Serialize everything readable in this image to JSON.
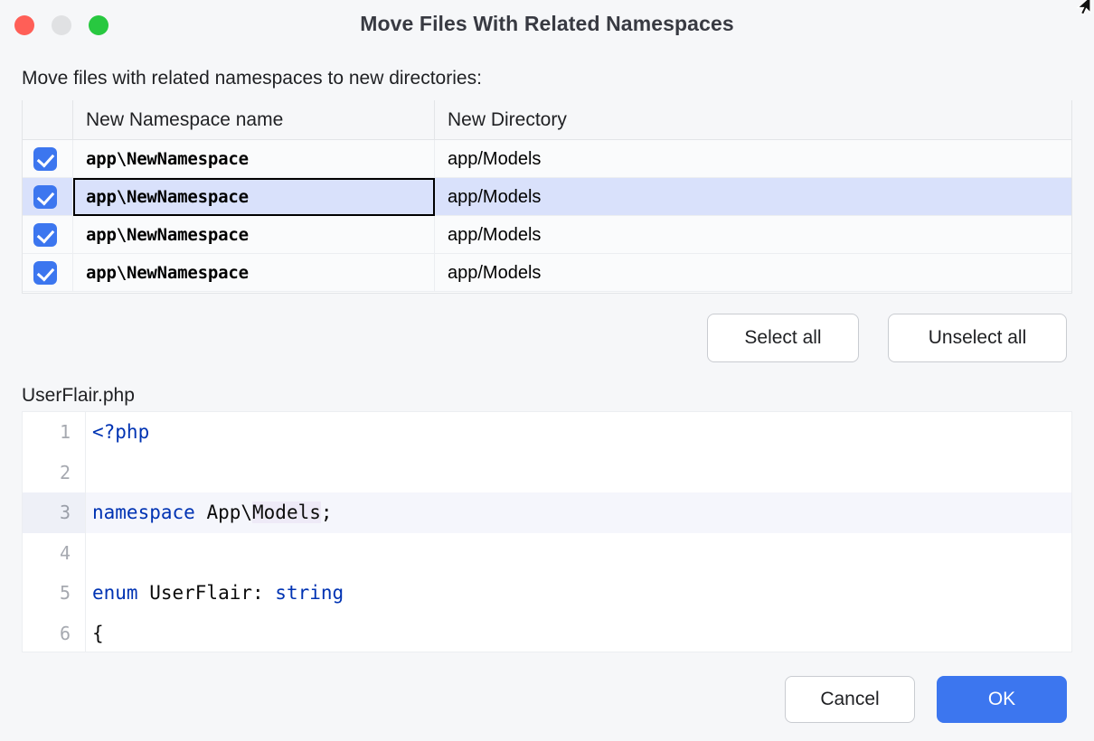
{
  "window": {
    "title": "Move Files With Related Namespaces",
    "traffic_lights": [
      {
        "name": "close",
        "color": "#ff5f57"
      },
      {
        "name": "minimize",
        "color": "#e0e1e3"
      },
      {
        "name": "zoom",
        "color": "#28c840"
      }
    ]
  },
  "intro_label": "Move files with related namespaces to new directories:",
  "table": {
    "columns": [
      "",
      "New Namespace name",
      "New Directory"
    ],
    "rows": [
      {
        "checked": true,
        "namespace": "app\\NewNamespace",
        "directory": "app/Models",
        "selected": false
      },
      {
        "checked": true,
        "namespace": "app\\NewNamespace",
        "directory": "app/Models",
        "selected": true
      },
      {
        "checked": true,
        "namespace": "app\\NewNamespace",
        "directory": "app/Models",
        "selected": false
      },
      {
        "checked": true,
        "namespace": "app\\NewNamespace",
        "directory": "app/Models",
        "selected": false
      }
    ]
  },
  "selection_buttons": {
    "select_all": "Select all",
    "unselect_all": "Unselect all"
  },
  "preview": {
    "filename": "UserFlair.php",
    "lines": [
      {
        "number": "1",
        "highlight": false,
        "tokens": [
          {
            "t": "<?php",
            "c": "kw"
          }
        ]
      },
      {
        "number": "2",
        "highlight": false,
        "tokens": []
      },
      {
        "number": "3",
        "highlight": true,
        "tokens": [
          {
            "t": "namespace",
            "c": "kw"
          },
          {
            "t": " App\\",
            "c": "plain"
          },
          {
            "t": "Models",
            "c": "nshl"
          },
          {
            "t": ";",
            "c": "plain"
          }
        ]
      },
      {
        "number": "4",
        "highlight": false,
        "tokens": []
      },
      {
        "number": "5",
        "highlight": false,
        "tokens": [
          {
            "t": "enum",
            "c": "kw"
          },
          {
            "t": " UserFlair: ",
            "c": "plain"
          },
          {
            "t": "string",
            "c": "kw"
          }
        ]
      },
      {
        "number": "6",
        "highlight": false,
        "tokens": [
          {
            "t": "{",
            "c": "plain"
          }
        ]
      }
    ]
  },
  "footer": {
    "cancel": "Cancel",
    "ok": "OK"
  },
  "colors": {
    "accent": "#3c76ef",
    "selected_row": "#d9e1fb",
    "keyword": "#0033b3",
    "window_bg": "#f6f7f9",
    "namespace_highlight": "#eeeaf7"
  }
}
